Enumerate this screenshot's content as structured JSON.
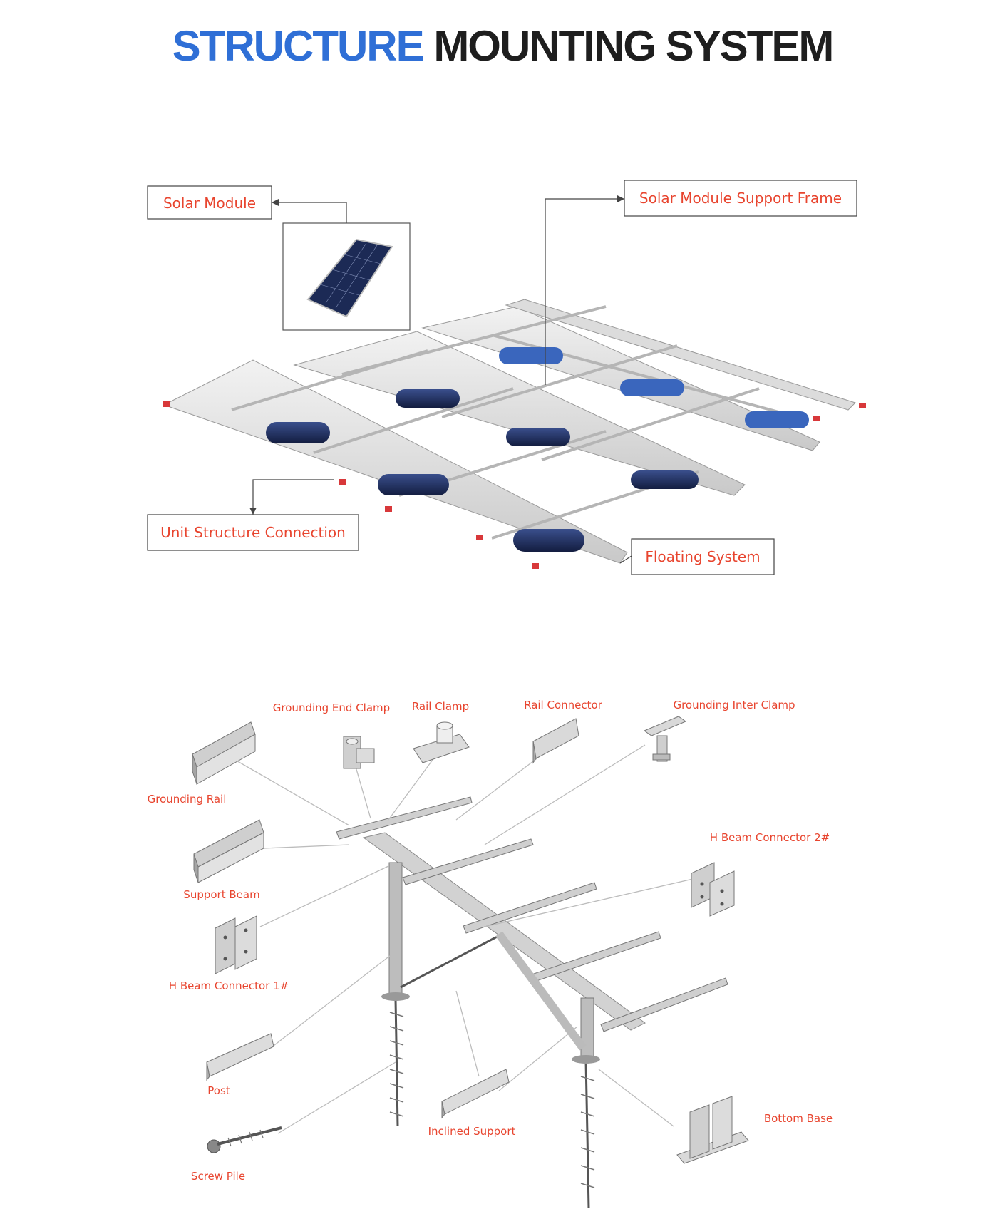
{
  "title": {
    "part1": "STRUCTURE",
    "part2": "MOUNTING SYSTEM"
  },
  "floating": {
    "callouts": {
      "solar_module": "Solar Module",
      "support_frame": "Solar Module Support Frame",
      "unit_connection": "Unit Structure Connection",
      "floating_system": "Floating System"
    }
  },
  "ground": {
    "parts": {
      "grounding_end_clamp": "Grounding End Clamp",
      "rail_clamp": "Rail Clamp",
      "rail_connector": "Rail Connector",
      "grounding_inter_clamp": "Grounding Inter Clamp",
      "grounding_rail": "Grounding Rail",
      "support_beam": "Support Beam",
      "h_beam_connector_2": "H Beam Connector 2#",
      "h_beam_connector_1": "H Beam Connector 1#",
      "post": "Post",
      "inclined_support": "Inclined Support",
      "bottom_base": "Bottom Base",
      "screw_pile": "Screw Pile"
    }
  },
  "colors": {
    "accent_blue": "#2f6fd6",
    "label_red": "#e8452f",
    "dark": "#1e1e1e"
  }
}
